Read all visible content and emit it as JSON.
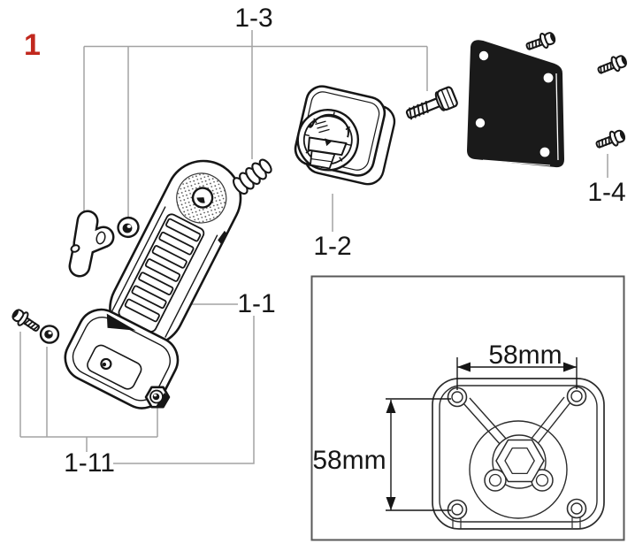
{
  "figure_number": "1",
  "callouts": {
    "arm": "1-1",
    "adapter_plate": "1-2",
    "spring": "1-3",
    "screws": "1-4",
    "hardware_kit": "1-11"
  },
  "detail_view": {
    "width_dimension": "58mm",
    "height_dimension": "58mm"
  },
  "colors": {
    "figure_number_red": "#c1281e",
    "ink": "#161616",
    "callout_line_gray": "#a3a3a3"
  }
}
